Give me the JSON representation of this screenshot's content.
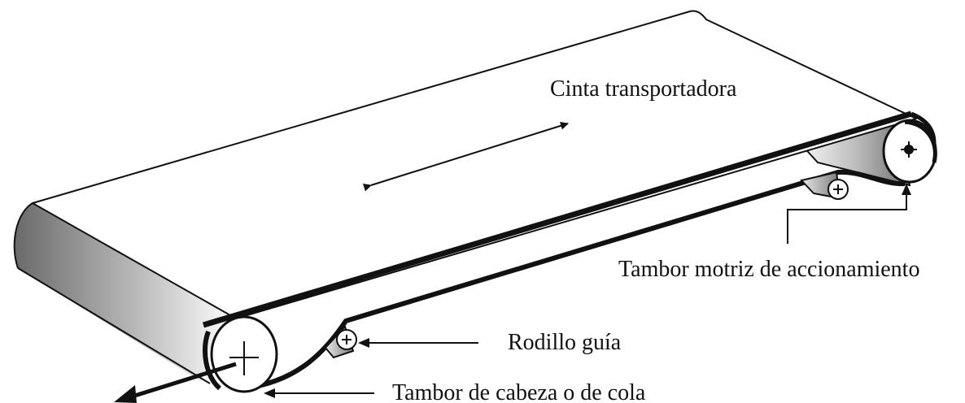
{
  "labels": {
    "belt": "Cinta transportadora",
    "drive_drum": "Tambor motriz de accionamiento",
    "guide_roller": "Rodillo guía",
    "head_tail_drum": "Tambor de cabeza o de cola"
  },
  "colors": {
    "ink": "#111111",
    "belt_top": "#ffffff",
    "belt_edge": "#1a1a1a",
    "drum_shade_dark": "#6e6e6e",
    "drum_shade_light": "#f4f4f4"
  },
  "icons": [
    "plus-icon",
    "drive-shaft-icon",
    "arrow-icon"
  ]
}
